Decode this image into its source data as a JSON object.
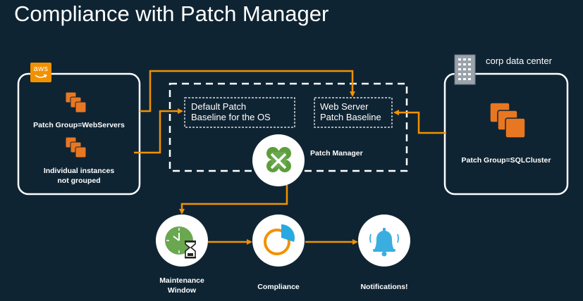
{
  "title": "Compliance with Patch Manager",
  "aws_badge": "aws",
  "left_panel": {
    "group_label": "Patch Group=WebServers",
    "ungrouped_label_line1": "Individual instances",
    "ungrouped_label_line2": "not grouped"
  },
  "patch_manager": {
    "default_baseline_line1": "Default Patch",
    "default_baseline_line2": "Baseline for the OS",
    "web_baseline_line1": "Web Server",
    "web_baseline_line2": "Patch Baseline",
    "label": "Patch Manager"
  },
  "right_panel": {
    "datacenter_label": "corp data center",
    "group_label": "Patch Group=SQLCluster"
  },
  "flow": {
    "maintenance_line1": "Maintenance",
    "maintenance_line2": "Window",
    "compliance": "Compliance",
    "notifications": "Notifications!"
  },
  "colors": {
    "background": "#0f2433",
    "accent_orange": "#f29100",
    "instance_orange": "#e87722",
    "maintenance_green": "#6aa84f",
    "compliance_blue": "#29a9e1",
    "notification_blue": "#3aaee0",
    "patch_manager_green": "#6aa84f"
  },
  "icons": [
    "aws-logo",
    "ec2-instances-icon",
    "building-icon",
    "patch-manager-icon",
    "clock-hourglass-icon",
    "pie-chart-icon",
    "bell-icon"
  ]
}
